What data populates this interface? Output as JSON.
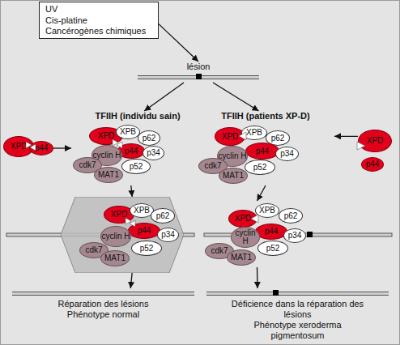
{
  "diagram": {
    "nodes": [
      {
        "text": [
          "UV",
          "Cis-platine",
          "Cancérogènes chimiques"
        ]
      },
      {
        "text": [
          "lésion"
        ]
      },
      {
        "text": [
          "XPD"
        ]
      },
      {
        "text": [
          "p44"
        ]
      },
      {
        "text": [
          "TFIIH (individu sain)"
        ]
      },
      {
        "text": [
          "XPD"
        ],
        "in": 4
      },
      {
        "text": [
          "XPB"
        ],
        "in": 4
      },
      {
        "text": [
          "p62"
        ],
        "in": 4
      },
      {
        "text": [
          "p44"
        ],
        "in": 4
      },
      {
        "text": [
          "p34"
        ],
        "in": 4
      },
      {
        "text": [
          "cyclin H"
        ],
        "in": 4
      },
      {
        "text": [
          "p52"
        ],
        "in": 4
      },
      {
        "text": [
          "cdk7"
        ],
        "in": 4
      },
      {
        "text": [
          "MAT1"
        ],
        "in": 4
      },
      {
        "text": [
          "TFIIH (patients XP-D)"
        ]
      },
      {
        "text": [
          "XPD"
        ],
        "in": 14
      },
      {
        "text": [
          "XPB"
        ],
        "in": 14
      },
      {
        "text": [
          "p62"
        ],
        "in": 14
      },
      {
        "text": [
          "p44"
        ],
        "in": 14
      },
      {
        "text": [
          "p34"
        ],
        "in": 14
      },
      {
        "text": [
          "cyclin H"
        ],
        "in": 14
      },
      {
        "text": [
          "p52"
        ],
        "in": 14
      },
      {
        "text": [
          "cdk7"
        ],
        "in": 14
      },
      {
        "text": [
          "MAT1"
        ],
        "in": 14
      },
      {
        "text": [
          "XPD"
        ]
      },
      {
        "text": [
          "p44"
        ]
      },
      {
        "text": []
      },
      {
        "text": [
          "XPD"
        ],
        "in": 26
      },
      {
        "text": [
          "XPB"
        ],
        "in": 26
      },
      {
        "text": [
          "p62"
        ],
        "in": 26
      },
      {
        "text": [
          "p44"
        ],
        "in": 26
      },
      {
        "text": [
          "p34"
        ],
        "in": 26
      },
      {
        "text": [
          "cyclin H"
        ],
        "in": 26
      },
      {
        "text": [
          "p52"
        ],
        "in": 26
      },
      {
        "text": [
          "cdk7"
        ],
        "in": 26
      },
      {
        "text": [
          "MAT1"
        ],
        "in": 26
      },
      {
        "text": []
      },
      {
        "text": [
          "XPD"
        ],
        "in": 36
      },
      {
        "text": [
          "XPB"
        ],
        "in": 36
      },
      {
        "text": [
          "p62"
        ],
        "in": 36
      },
      {
        "text": [
          "p44"
        ],
        "in": 36
      },
      {
        "text": [
          "p34"
        ],
        "in": 36
      },
      {
        "text": [
          "cyclin H"
        ],
        "in": 36
      },
      {
        "text": [
          "p52"
        ],
        "in": 36
      },
      {
        "text": [
          "cdk7"
        ],
        "in": 36
      },
      {
        "text": [
          "MAT1"
        ],
        "in": 36
      },
      {
        "text": [
          "Réparation des lésions",
          "Phénotype normal"
        ]
      },
      {
        "text": [
          "Déficience dans la réparation des lésions",
          "Phénotype xeroderma pigmentosum"
        ]
      }
    ],
    "edges": [
      {
        "from": 0,
        "to": 1,
        "arrow": "to"
      },
      {
        "from": 1,
        "to": 4,
        "arrow": "to"
      },
      {
        "from": 1,
        "to": 14,
        "arrow": "to"
      },
      {
        "from": 3,
        "to": 4,
        "arrow": "to"
      },
      {
        "from": 24,
        "to": 14,
        "arrow": "to"
      },
      {
        "from": 4,
        "to": 26,
        "arrow": "to"
      },
      {
        "from": 14,
        "to": 36,
        "arrow": "to"
      },
      {
        "from": 26,
        "to": 46,
        "arrow": "to"
      },
      {
        "from": 36,
        "to": 47,
        "arrow": "to"
      }
    ]
  }
}
